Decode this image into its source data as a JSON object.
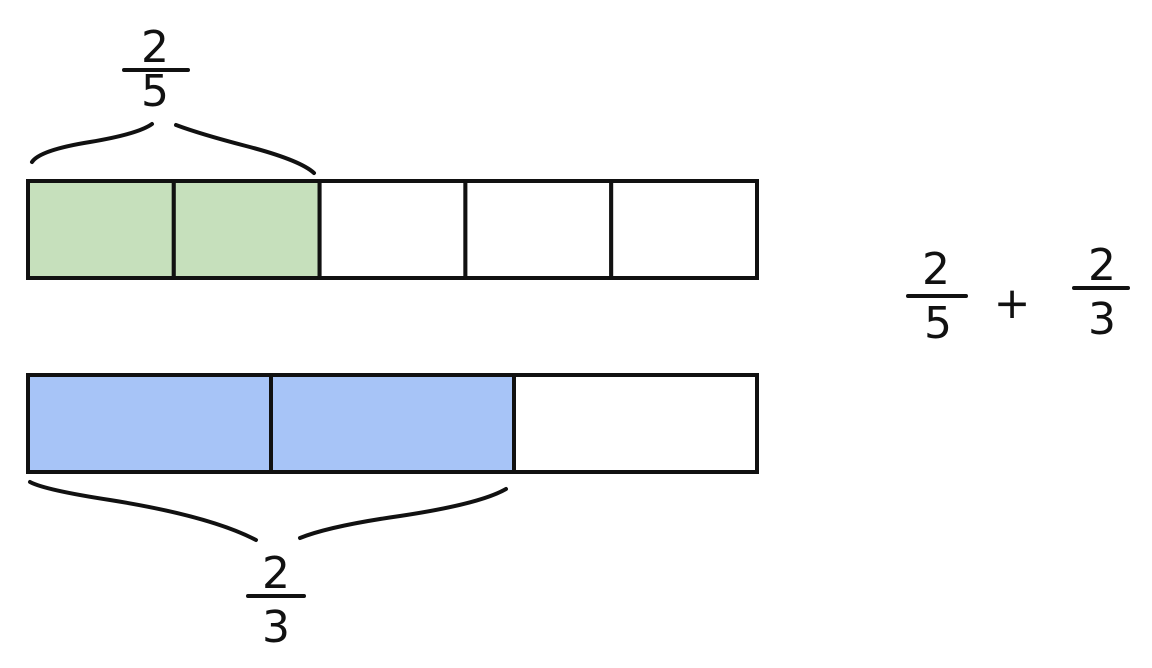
{
  "colors": {
    "fifths_fill": "#c6e0bc",
    "thirds_fill": "#a7c4f7",
    "stroke": "#111111",
    "empty": "#ffffff"
  },
  "bars": [
    {
      "id": "fifths",
      "parts": 5,
      "shaded": 2
    },
    {
      "id": "thirds",
      "parts": 3,
      "shaded": 2
    }
  ],
  "labels": {
    "top": {
      "numerator": "2",
      "denominator": "5"
    },
    "bottom": {
      "numerator": "2",
      "denominator": "3"
    }
  },
  "expression": {
    "left": {
      "numerator": "2",
      "denominator": "5"
    },
    "operator": "+",
    "right": {
      "numerator": "2",
      "denominator": "3"
    }
  }
}
